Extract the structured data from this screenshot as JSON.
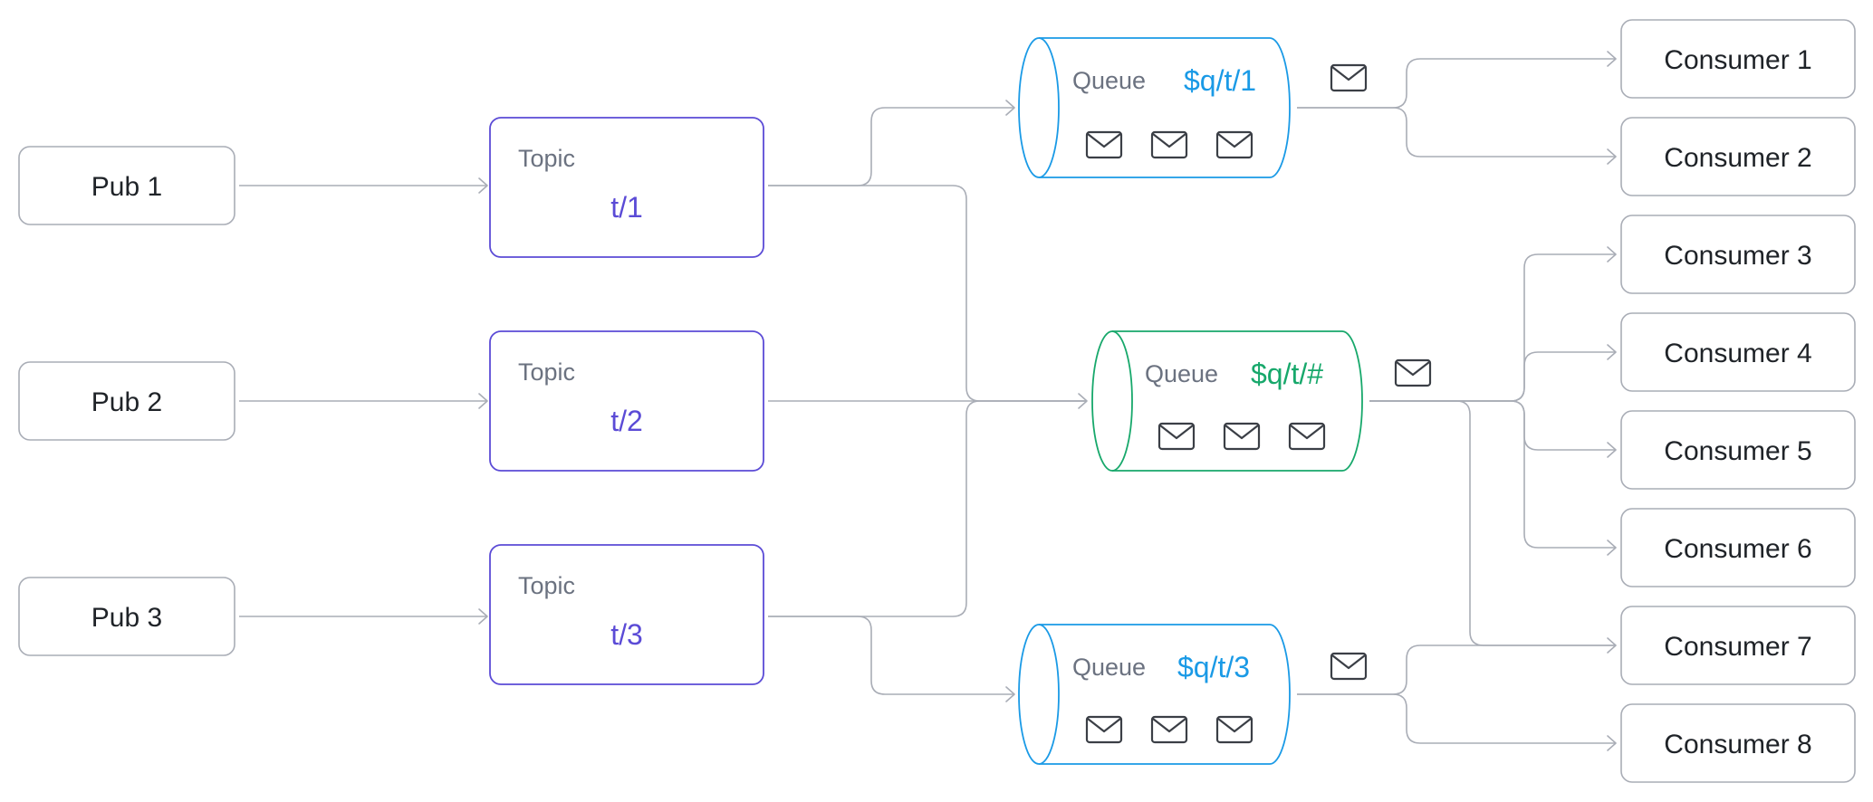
{
  "publishers": [
    "Pub 1",
    "Pub 2",
    "Pub 3"
  ],
  "topics": [
    {
      "label": "Topic",
      "name": "t/1"
    },
    {
      "label": "Topic",
      "name": "t/2"
    },
    {
      "label": "Topic",
      "name": "t/3"
    }
  ],
  "queues": [
    {
      "label": "Queue",
      "name": "$q/t/1",
      "color": "#1a9ae6"
    },
    {
      "label": "Queue",
      "name": "$q/t/#",
      "color": "#17a86b"
    },
    {
      "label": "Queue",
      "name": "$q/t/3",
      "color": "#1a9ae6"
    }
  ],
  "consumers": [
    "Consumer 1",
    "Consumer 2",
    "Consumer 3",
    "Consumer 4",
    "Consumer 5",
    "Consumer 6",
    "Consumer 7",
    "Consumer 8"
  ],
  "colors": {
    "topic": "#5b4bd6",
    "connector": "#a9adb6",
    "box_border": "#a9adb6",
    "envelope": "#3b3f46"
  }
}
